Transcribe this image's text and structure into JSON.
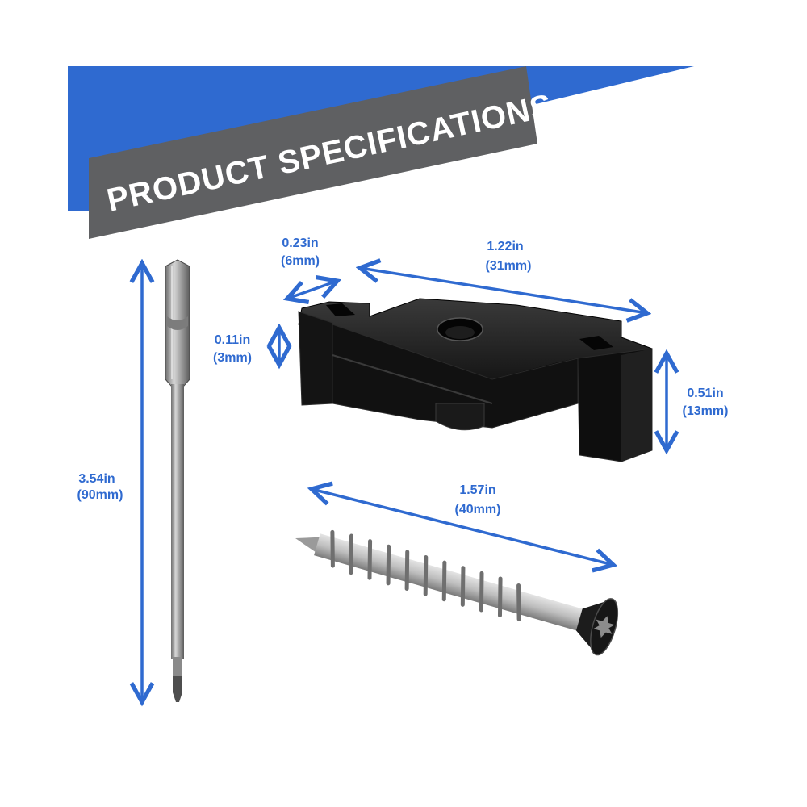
{
  "banner": {
    "title": "PRODUCT SPECIFICATIONS",
    "accent_color": "#2f6ad0",
    "ribbon_color": "#5f6062"
  },
  "dimensions": {
    "bit_length": {
      "imperial": "3.54in",
      "metric": "(90mm)"
    },
    "clip_slot_width": {
      "imperial": "0.23in",
      "metric": "(6mm)"
    },
    "clip_length": {
      "imperial": "1.22in",
      "metric": "(31mm)"
    },
    "clip_tab_thickness": {
      "imperial": "0.11in",
      "metric": "(3mm)"
    },
    "clip_height": {
      "imperial": "0.51in",
      "metric": "(13mm)"
    },
    "screw_length": {
      "imperial": "1.57in",
      "metric": "(40mm)"
    }
  },
  "colors": {
    "dimension_line": "#2f6ad0",
    "clip_body": "#141414",
    "steel": "#b9b9b9"
  },
  "icons": [
    "driver-bit-image",
    "deck-clip-image",
    "screw-image"
  ]
}
